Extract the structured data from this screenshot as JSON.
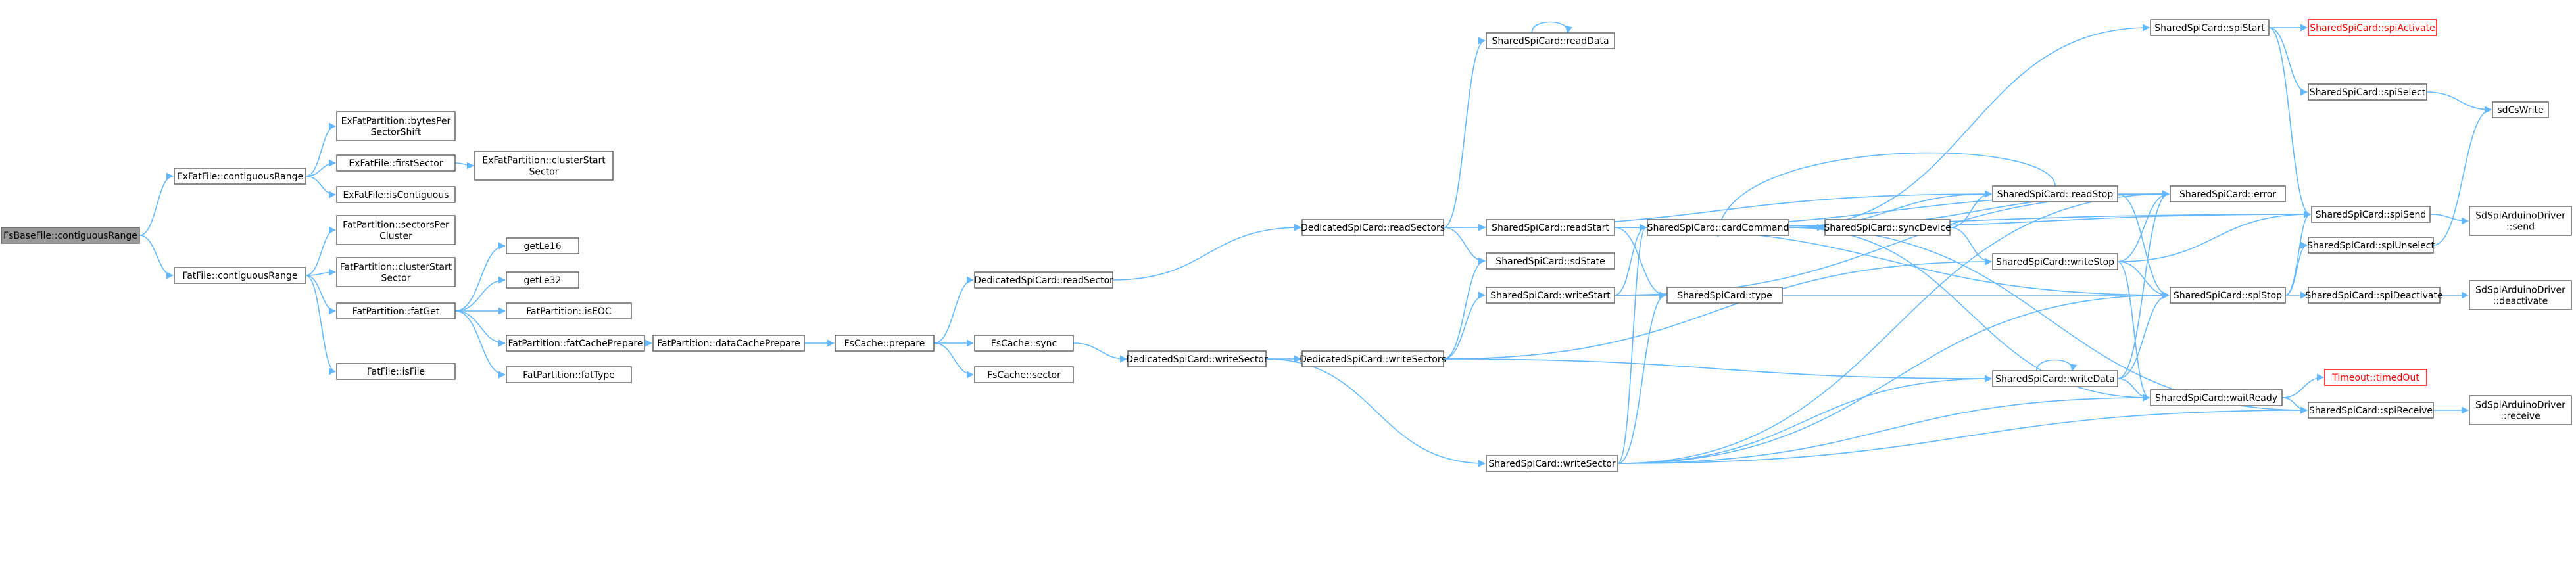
{
  "nodes": [
    {
      "id": "fsbase",
      "lines": [
        "FsBaseFile::contiguousRange"
      ],
      "root": true
    },
    {
      "id": "exfile_cr",
      "lines": [
        "ExFatFile::contiguousRange"
      ]
    },
    {
      "id": "fatfile_cr",
      "lines": [
        "FatFile::contiguousRange"
      ]
    },
    {
      "id": "exp_bps",
      "lines": [
        "ExFatPartition::bytesPer",
        "SectorShift"
      ]
    },
    {
      "id": "exf_fs",
      "lines": [
        "ExFatFile::firstSector"
      ]
    },
    {
      "id": "exf_isc",
      "lines": [
        "ExFatFile::isContiguous"
      ]
    },
    {
      "id": "exp_css",
      "lines": [
        "ExFatPartition::clusterStart",
        "Sector"
      ]
    },
    {
      "id": "fp_spc",
      "lines": [
        "FatPartition::sectorsPer",
        "Cluster"
      ]
    },
    {
      "id": "fp_css",
      "lines": [
        "FatPartition::clusterStart",
        "Sector"
      ]
    },
    {
      "id": "fp_fatget",
      "lines": [
        "FatPartition::fatGet"
      ]
    },
    {
      "id": "ff_isfile",
      "lines": [
        "FatFile::isFile"
      ]
    },
    {
      "id": "getle16",
      "lines": [
        "getLe16"
      ]
    },
    {
      "id": "getle32",
      "lines": [
        "getLe32"
      ]
    },
    {
      "id": "fp_iseoc",
      "lines": [
        "FatPartition::isEOC"
      ]
    },
    {
      "id": "fp_fcp",
      "lines": [
        "FatPartition::fatCachePrepare"
      ]
    },
    {
      "id": "fp_fattype",
      "lines": [
        "FatPartition::fatType"
      ]
    },
    {
      "id": "fp_dcp",
      "lines": [
        "FatPartition::dataCachePrepare"
      ]
    },
    {
      "id": "fsc_prep",
      "lines": [
        "FsCache::prepare"
      ]
    },
    {
      "id": "dsc_rsec",
      "lines": [
        "DedicatedSpiCard::readSector"
      ]
    },
    {
      "id": "fsc_sync",
      "lines": [
        "FsCache::sync"
      ]
    },
    {
      "id": "fsc_sector",
      "lines": [
        "FsCache::sector"
      ]
    },
    {
      "id": "dsc_wsec",
      "lines": [
        "DedicatedSpiCard::writeSector"
      ]
    },
    {
      "id": "dsc_rsecs",
      "lines": [
        "DedicatedSpiCard::readSectors"
      ]
    },
    {
      "id": "dsc_wsecs",
      "lines": [
        "DedicatedSpiCard::writeSectors"
      ]
    },
    {
      "id": "ssc_readdata",
      "lines": [
        "SharedSpiCard::readData"
      ]
    },
    {
      "id": "ssc_readstart",
      "lines": [
        "SharedSpiCard::readStart"
      ]
    },
    {
      "id": "ssc_sdstate",
      "lines": [
        "SharedSpiCard::sdState"
      ]
    },
    {
      "id": "ssc_writestart",
      "lines": [
        "SharedSpiCard::writeStart"
      ]
    },
    {
      "id": "ssc_writesector",
      "lines": [
        "SharedSpiCard::writeSector"
      ]
    },
    {
      "id": "ssc_cardcommand",
      "lines": [
        "SharedSpiCard::cardCommand"
      ]
    },
    {
      "id": "ssc_type",
      "lines": [
        "SharedSpiCard::type"
      ]
    },
    {
      "id": "ssc_syncdevice",
      "lines": [
        "SharedSpiCard::syncDevice"
      ]
    },
    {
      "id": "ssc_readstop",
      "lines": [
        "SharedSpiCard::readStop"
      ]
    },
    {
      "id": "ssc_writestop",
      "lines": [
        "SharedSpiCard::writeStop"
      ]
    },
    {
      "id": "ssc_writedata",
      "lines": [
        "SharedSpiCard::writeData"
      ]
    },
    {
      "id": "ssc_spistart",
      "lines": [
        "SharedSpiCard::spiStart"
      ]
    },
    {
      "id": "ssc_error",
      "lines": [
        "SharedSpiCard::error"
      ]
    },
    {
      "id": "ssc_spistop",
      "lines": [
        "SharedSpiCard::spiStop"
      ]
    },
    {
      "id": "ssc_waitready",
      "lines": [
        "SharedSpiCard::waitReady"
      ]
    },
    {
      "id": "ssc_spiactivate",
      "lines": [
        "SharedSpiCard::spiActivate"
      ],
      "warn": true
    },
    {
      "id": "ssc_spiselect",
      "lines": [
        "SharedSpiCard::spiSelect"
      ]
    },
    {
      "id": "ssc_spisend",
      "lines": [
        "SharedSpiCard::spiSend"
      ]
    },
    {
      "id": "ssc_spiunselect",
      "lines": [
        "SharedSpiCard::spiUnselect"
      ]
    },
    {
      "id": "ssc_spideactivate",
      "lines": [
        "SharedSpiCard::spiDeactivate"
      ]
    },
    {
      "id": "timeout",
      "lines": [
        "Timeout::timedOut"
      ],
      "warn": true
    },
    {
      "id": "ssc_spireceive",
      "lines": [
        "SharedSpiCard::spiReceive"
      ]
    },
    {
      "id": "sdcswrite",
      "lines": [
        "sdCsWrite"
      ]
    },
    {
      "id": "sad_send",
      "lines": [
        "SdSpiArduinoDriver",
        "::send"
      ]
    },
    {
      "id": "sad_deactivate",
      "lines": [
        "SdSpiArduinoDriver",
        "::deactivate"
      ]
    },
    {
      "id": "sad_receive",
      "lines": [
        "SdSpiArduinoDriver",
        "::receive"
      ]
    }
  ],
  "edges": [
    [
      "fsbase",
      "exfile_cr"
    ],
    [
      "fsbase",
      "fatfile_cr"
    ],
    [
      "exfile_cr",
      "exp_bps"
    ],
    [
      "exfile_cr",
      "exf_fs"
    ],
    [
      "exfile_cr",
      "exf_isc"
    ],
    [
      "exf_fs",
      "exp_css"
    ],
    [
      "fatfile_cr",
      "fp_spc"
    ],
    [
      "fatfile_cr",
      "fp_css"
    ],
    [
      "fatfile_cr",
      "fp_fatget"
    ],
    [
      "fatfile_cr",
      "ff_isfile"
    ],
    [
      "fp_fatget",
      "getle16"
    ],
    [
      "fp_fatget",
      "getle32"
    ],
    [
      "fp_fatget",
      "fp_iseoc"
    ],
    [
      "fp_fatget",
      "fp_fcp"
    ],
    [
      "fp_fatget",
      "fp_fattype"
    ],
    [
      "fp_fcp",
      "fp_dcp"
    ],
    [
      "fp_dcp",
      "fsc_prep"
    ],
    [
      "fsc_prep",
      "dsc_rsec"
    ],
    [
      "fsc_prep",
      "fsc_sync"
    ],
    [
      "fsc_prep",
      "fsc_sector"
    ],
    [
      "fsc_sync",
      "dsc_wsec"
    ],
    [
      "dsc_rsec",
      "dsc_rsecs"
    ],
    [
      "dsc_wsec",
      "dsc_wsecs"
    ],
    [
      "dsc_wsec",
      "ssc_writesector"
    ],
    [
      "dsc_rsecs",
      "ssc_readdata"
    ],
    [
      "dsc_rsecs",
      "ssc_readstart"
    ],
    [
      "dsc_rsecs",
      "ssc_sdstate"
    ],
    [
      "dsc_rsecs",
      "ssc_readstop"
    ],
    [
      "dsc_wsecs",
      "ssc_sdstate"
    ],
    [
      "dsc_wsecs",
      "ssc_writestart"
    ],
    [
      "dsc_wsecs",
      "ssc_writedata"
    ],
    [
      "dsc_wsecs",
      "ssc_writestop"
    ],
    [
      "ssc_readdata",
      "ssc_readdata"
    ],
    [
      "ssc_readstart",
      "ssc_cardcommand"
    ],
    [
      "ssc_readstart",
      "ssc_type"
    ],
    [
      "ssc_readstart",
      "ssc_error"
    ],
    [
      "ssc_readstart",
      "ssc_spistop"
    ],
    [
      "ssc_readstart",
      "ssc_spisend"
    ],
    [
      "ssc_writestart",
      "ssc_cardcommand"
    ],
    [
      "ssc_writestart",
      "ssc_type"
    ],
    [
      "ssc_writestart",
      "ssc_error"
    ],
    [
      "ssc_writestart",
      "ssc_spistop"
    ],
    [
      "ssc_writesector",
      "ssc_cardcommand"
    ],
    [
      "ssc_writesector",
      "ssc_type"
    ],
    [
      "ssc_writesector",
      "ssc_writedata"
    ],
    [
      "ssc_writesector",
      "ssc_error"
    ],
    [
      "ssc_writesector",
      "ssc_spistop"
    ],
    [
      "ssc_writesector",
      "ssc_waitready"
    ],
    [
      "ssc_writesector",
      "ssc_spireceive"
    ],
    [
      "ssc_cardcommand",
      "ssc_spistart"
    ],
    [
      "ssc_cardcommand",
      "ssc_syncdevice"
    ],
    [
      "ssc_cardcommand",
      "ssc_readstop"
    ],
    [
      "ssc_cardcommand",
      "ssc_error"
    ],
    [
      "ssc_cardcommand",
      "ssc_waitready"
    ],
    [
      "ssc_cardcommand",
      "ssc_spisend"
    ],
    [
      "ssc_cardcommand",
      "ssc_spireceive"
    ],
    [
      "ssc_syncdevice",
      "ssc_readstop"
    ],
    [
      "ssc_syncdevice",
      "ssc_writestop"
    ],
    [
      "ssc_readstop",
      "ssc_cardcommand"
    ],
    [
      "ssc_readstop",
      "ssc_error"
    ],
    [
      "ssc_readstop",
      "ssc_spistop"
    ],
    [
      "ssc_writestop",
      "ssc_error"
    ],
    [
      "ssc_writestop",
      "ssc_spistop"
    ],
    [
      "ssc_writestop",
      "ssc_waitready"
    ],
    [
      "ssc_writestop",
      "ssc_spisend"
    ],
    [
      "ssc_writedata",
      "ssc_writedata"
    ],
    [
      "ssc_writedata",
      "ssc_error"
    ],
    [
      "ssc_writedata",
      "ssc_spistop"
    ],
    [
      "ssc_writedata",
      "ssc_waitready"
    ],
    [
      "ssc_spistart",
      "ssc_spiactivate"
    ],
    [
      "ssc_spistart",
      "ssc_spiselect"
    ],
    [
      "ssc_spistart",
      "ssc_spisend"
    ],
    [
      "ssc_spiselect",
      "sdcswrite"
    ],
    [
      "ssc_spisend",
      "sad_send"
    ],
    [
      "ssc_spistop",
      "ssc_spideactivate"
    ],
    [
      "ssc_spistop",
      "ssc_spiunselect"
    ],
    [
      "ssc_spistop",
      "ssc_spisend"
    ],
    [
      "ssc_spiunselect",
      "sdcswrite"
    ],
    [
      "ssc_spideactivate",
      "sad_deactivate"
    ],
    [
      "ssc_waitready",
      "timeout"
    ],
    [
      "ssc_waitready",
      "ssc_spireceive"
    ],
    [
      "ssc_spireceive",
      "sad_receive"
    ]
  ]
}
